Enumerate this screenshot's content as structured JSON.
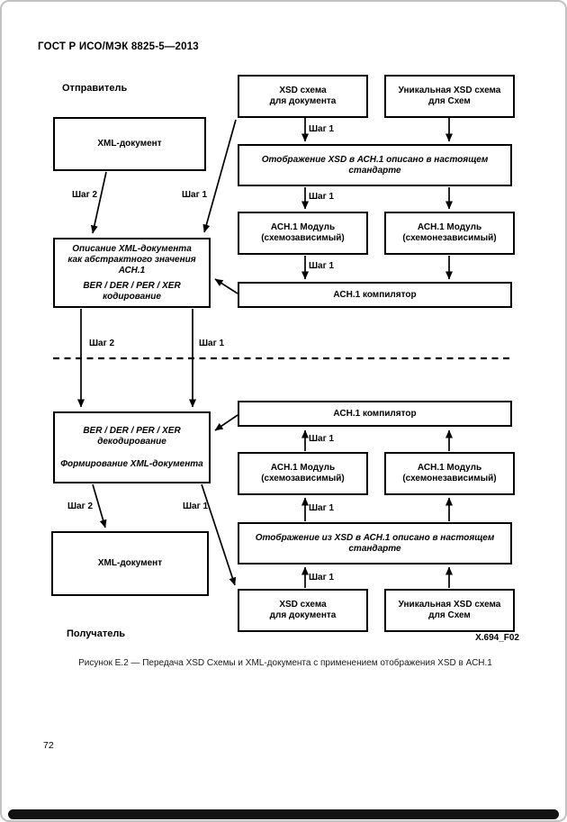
{
  "page": {
    "header_title": "ГОСТ Р ИСО/МЭК 8825-5—2013",
    "page_number": "72",
    "figure_caption": "Рисунок Е.2 — Передача XSD Схемы и XML-документа с применением отображения XSD в АСН.1",
    "figure_code": "X.694_F02"
  },
  "diagram": {
    "sender_label": "Отправитель",
    "receiver_label": "Получатель",
    "step1": "Шаг 1",
    "step2": "Шаг 2",
    "sender": {
      "xml_document": "XML-документ",
      "xsd_schema_doc": {
        "l1": "XSD схема",
        "l2": "для документа"
      },
      "unique_xsd_schema": {
        "l1": "Уникальная XSD схема",
        "l2": "для Схем"
      },
      "mapping": {
        "l1": "Отображение XSD в АСН.1 описано в настоящем",
        "l2": "стандарте"
      },
      "module_dep": {
        "l1": "АСН.1 Модуль",
        "l2": "(схемозависимый)"
      },
      "module_indep": {
        "l1": "АСН.1 Модуль",
        "l2": "(схемонезависимый)"
      },
      "compiler": "АСН.1 компилятор",
      "description": {
        "l1": "Описание XML-документа",
        "l2": "как абстрактного значения АСН.1",
        "l3": "BER / DER / PER / XER кодирование"
      }
    },
    "receiver": {
      "compiler": "АСН.1 компилятор",
      "module_dep": {
        "l1": "АСН.1 Модуль",
        "l2": "(схемозависимый)"
      },
      "module_indep": {
        "l1": "АСН.1 Модуль",
        "l2": "(схемонезависимый)"
      },
      "mapping": {
        "l1": "Отображение из XSD в АСН.1 описано в настоящем",
        "l2": "стандарте"
      },
      "decode": {
        "l1": "BER / DER / PER / XER",
        "l2": "декодирование",
        "l3": "Формирование XML-документа"
      },
      "xsd_schema_doc": {
        "l1": "XSD схема",
        "l2": "для документа"
      },
      "unique_xsd_schema": {
        "l1": "Уникальная XSD схема",
        "l2": "для Схем"
      },
      "xml_document": "XML-документ"
    }
  }
}
